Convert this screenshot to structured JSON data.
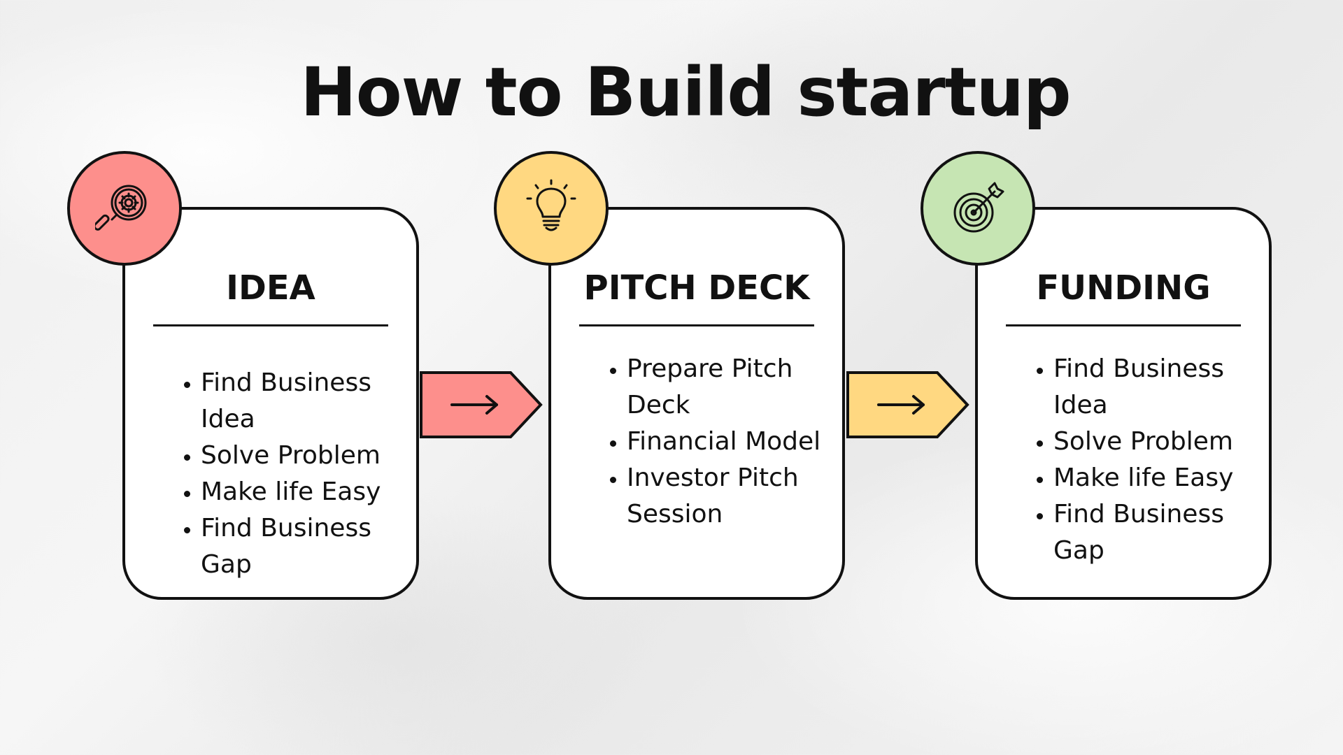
{
  "title": "How to Build startup",
  "colors": {
    "idea": "#fd8f8c",
    "pitch": "#ffd881",
    "funding": "#c6e5b3",
    "stroke": "#111111",
    "card": "#ffffff"
  },
  "steps": [
    {
      "title": "IDEA",
      "icon": "magnifier-gear-icon",
      "items": [
        "Find Business Idea",
        "Solve Problem",
        "Make life Easy",
        "Find Business Gap"
      ]
    },
    {
      "title": "PITCH DECK",
      "icon": "light-bulb-icon",
      "items": [
        "Prepare Pitch Deck",
        "Financial Model",
        "Investor Pitch Session"
      ]
    },
    {
      "title": "FUNDING",
      "icon": "target-arrow-icon",
      "items": [
        "Find Business Idea",
        "Solve Problem",
        "Make life Easy",
        "Find Business Gap"
      ]
    }
  ],
  "connectors": [
    {
      "icon": "arrow-right-icon",
      "color": "#fd8f8c"
    },
    {
      "icon": "arrow-right-icon",
      "color": "#ffd881"
    }
  ]
}
